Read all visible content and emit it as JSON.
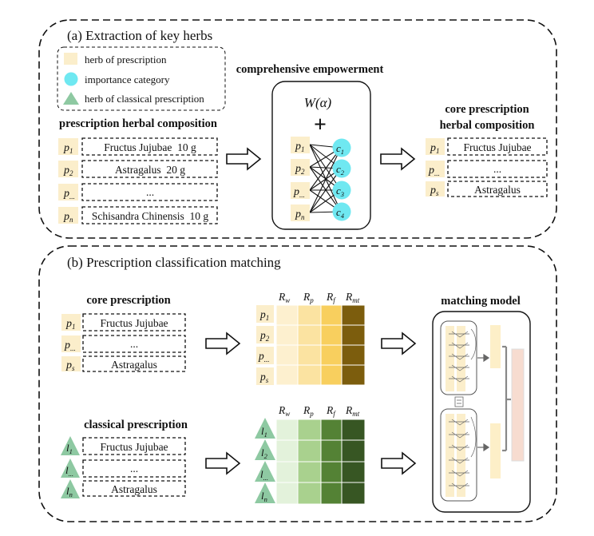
{
  "panel_a": {
    "title": "(a) Extraction of key herbs",
    "legend": {
      "herb": "herb of prescription",
      "category": "importance category",
      "classical": "herb of classical prescription"
    },
    "composition_title": "prescription herbal composition",
    "rows": [
      {
        "label": "p",
        "sub": "1",
        "text": "Fructus Jujubae  10 g"
      },
      {
        "label": "p",
        "sub": "2",
        "text": "Astragalus  20 g"
      },
      {
        "label": "p",
        "sub": "...",
        "text": "..."
      },
      {
        "label": "p",
        "sub": "n",
        "text": "Schisandra Chinensis  10 g"
      }
    ],
    "empowerment_title": "comprehensive empowerment",
    "weight_label": "W(α)",
    "plus": "+",
    "nodes_left": [
      {
        "label": "p",
        "sub": "1"
      },
      {
        "label": "p",
        "sub": "2"
      },
      {
        "label": "p",
        "sub": "..."
      },
      {
        "label": "p",
        "sub": "n"
      }
    ],
    "nodes_right": [
      {
        "label": "c",
        "sub": "1"
      },
      {
        "label": "c",
        "sub": "2"
      },
      {
        "label": "c",
        "sub": "3"
      },
      {
        "label": "c",
        "sub": "4"
      }
    ],
    "core_title_1": "core prescription",
    "core_title_2": "herbal composition",
    "core_rows": [
      {
        "label": "p",
        "sub": "1",
        "text": "Fructus Jujubae"
      },
      {
        "label": "p",
        "sub": "...",
        "text": "..."
      },
      {
        "label": "p",
        "sub": "s",
        "text": "Astragalus"
      }
    ]
  },
  "panel_b": {
    "title": "(b) Prescription classification matching",
    "core_title": "core prescription",
    "core_rows": [
      {
        "label": "p",
        "sub": "1",
        "text": "Fructus Jujubae"
      },
      {
        "label": "p",
        "sub": "...",
        "text": "..."
      },
      {
        "label": "p",
        "sub": "s",
        "text": "Astragalus"
      }
    ],
    "classical_title": "classical prescription",
    "classical_rows": [
      {
        "label": "l",
        "sub": "1",
        "text": "Fructus Jujubae"
      },
      {
        "label": "l",
        "sub": "...",
        "text": "..."
      },
      {
        "label": "l",
        "sub": "n",
        "text": "Astragalus"
      }
    ],
    "matrix_cols": [
      {
        "label": "R",
        "sub": "w"
      },
      {
        "label": "R",
        "sub": "p"
      },
      {
        "label": "R",
        "sub": "f"
      },
      {
        "label": "R",
        "sub": "mt"
      }
    ],
    "top_matrix_rows": [
      {
        "label": "p",
        "sub": "1"
      },
      {
        "label": "p",
        "sub": "2"
      },
      {
        "label": "p",
        "sub": "..."
      },
      {
        "label": "p",
        "sub": "s"
      }
    ],
    "bottom_matrix_rows": [
      {
        "label": "l",
        "sub": "1"
      },
      {
        "label": "l",
        "sub": "2"
      },
      {
        "label": "l",
        "sub": "..."
      },
      {
        "label": "l",
        "sub": "n"
      }
    ],
    "model_title": "matching model"
  },
  "colors": {
    "herb": "#fbeecb",
    "category": "#6fe8f1",
    "classical": "#8ec9a2",
    "yellow_cols": [
      "#fdf0cf",
      "#fbe3a1",
      "#f8cf5e",
      "#7c5d0d"
    ],
    "green_cols": [
      "#e3f2db",
      "#a9d18e",
      "#548235",
      "#375623"
    ]
  }
}
